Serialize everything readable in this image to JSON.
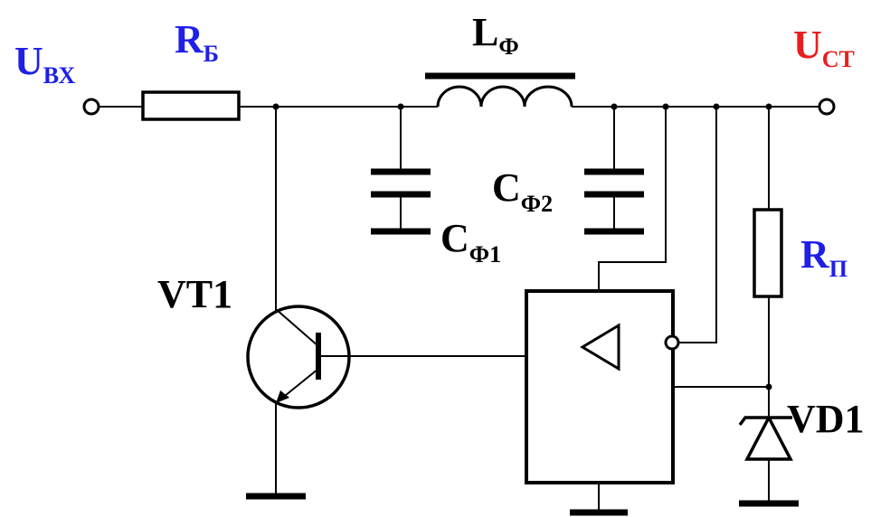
{
  "labels": {
    "u_in": {
      "main": "U",
      "sub": "ВХ"
    },
    "r_b": {
      "main": "R",
      "sub": "Б"
    },
    "l_f": {
      "main": "L",
      "sub": "Ф"
    },
    "u_st": {
      "main": "U",
      "sub": "СТ"
    },
    "c_f1": {
      "main": "C",
      "sub": "Ф1"
    },
    "c_f2": {
      "main": "C",
      "sub": "Ф2"
    },
    "vt1": "VT1",
    "r_p": {
      "main": "R",
      "sub": "П"
    },
    "vd1": "VD1"
  },
  "colors": {
    "blue_label": "#1f1fe8",
    "red_label": "#e81f1f",
    "black_label": "#000000",
    "wire": "#000000"
  }
}
